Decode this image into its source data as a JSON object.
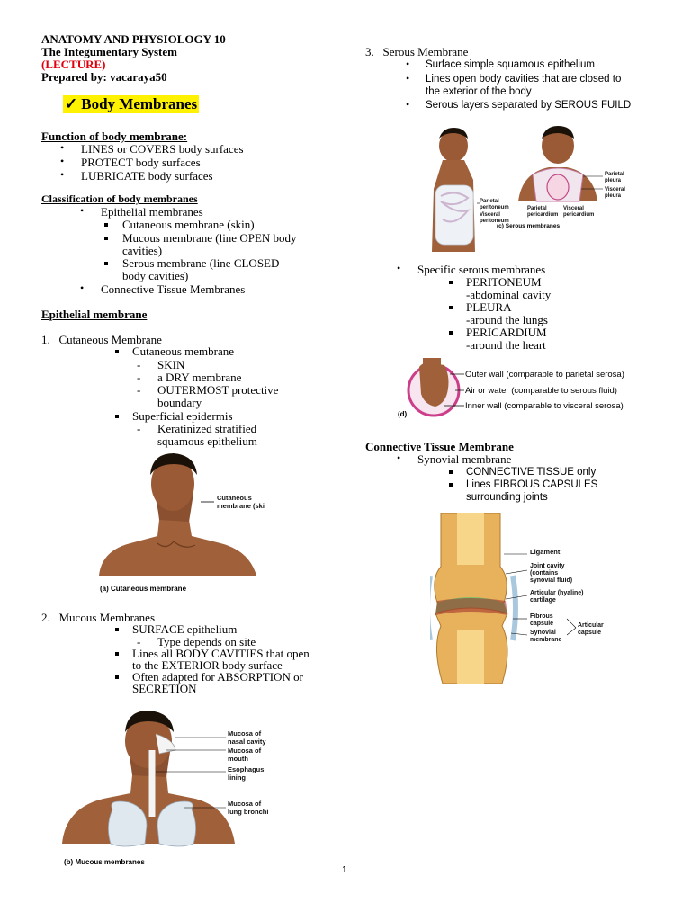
{
  "header": {
    "course": "ANATOMY AND PHYSIOLOGY 10",
    "topic": "The Integumentary System",
    "type": "(LECTURE)",
    "author": "Prepared by: vacaraya50"
  },
  "section_title": {
    "check": "✓",
    "text": "Body Membranes"
  },
  "function": {
    "heading": "Function of body membrane:",
    "items": [
      "LINES or COVERS body surfaces",
      "PROTECT body surfaces",
      "LUBRICATE body surfaces"
    ]
  },
  "classification": {
    "heading": "Classification of body membranes",
    "epithelial": "Epithelial membranes",
    "sub": [
      "Cutaneous membrane (skin)",
      "Mucous membrane (line OPEN body",
      "cavities)",
      "Serous membrane (line CLOSED",
      "body cavities)"
    ],
    "connective": "Connective Tissue Membranes"
  },
  "epithelial": {
    "heading": "Epithelial membrane",
    "cutaneous_title": "1.   Cutaneous Membrane",
    "cutaneous_item": "Cutaneous membrane",
    "cutaneous_dashes": [
      "SKIN",
      "a DRY membrane",
      "OUTERMOST protective",
      "boundary"
    ],
    "superficial": "Superficial epidermis",
    "superficial_dashes": [
      "Keratinized stratified",
      "squamous epithelium"
    ]
  },
  "fig_a": {
    "label": "Cutaneous\nmembrane (ski",
    "caption": "(a) Cutaneous membrane"
  },
  "mucous": {
    "title": "2.   Mucous Membranes",
    "item1": "SURFACE epithelium",
    "item1_dash": "Type depends on site",
    "item2_lines": [
      "Lines all BODY CAVITIES that open",
      "to the EXTERIOR body surface"
    ],
    "item3_lines": [
      "Often adapted for ABSORPTION or",
      "SECRETION"
    ]
  },
  "fig_b": {
    "labels": [
      "Mucosa of",
      "nasal cavity",
      "Mucosa of",
      "mouth",
      "Esophagus",
      "lining",
      "Mucosa of",
      "lung bronchi"
    ],
    "caption": "(b) Mucous membranes"
  },
  "serous": {
    "title": "3.   Serous Membrane",
    "items": [
      "Surface simple squamous epithelium",
      "Lines open body cavities that are closed to",
      "the exterior of the body",
      "Serous layers separated by SEROUS FUILD"
    ]
  },
  "fig_c": {
    "labels": [
      "Parietal",
      "peritoneum",
      "Visceral",
      "peritoneum",
      "Parietal",
      "pericardium",
      "Visceral",
      "pericardium",
      "Parietal",
      "pleura",
      "Visceral",
      "pleura"
    ],
    "caption": "(c) Serous membranes"
  },
  "specific": {
    "heading": "Specific serous membranes",
    "items": [
      "PERITONEUM",
      "-abdominal cavity",
      "PLEURA",
      "-around the lungs",
      "PERICARDIUM",
      "-around the heart"
    ]
  },
  "fig_d": {
    "label": "(d)",
    "lines": [
      "Outer wall (comparable to parietal serosa)",
      "Air or water (comparable to serous fluid)",
      "Inner wall (comparable to visceral serosa)"
    ]
  },
  "connective": {
    "heading": "Connective Tissue Membrane",
    "synovial": "Synovial membrane",
    "items": [
      "CONNECTIVE TISSUE only",
      "Lines FIBROUS CAPSULES",
      "surrounding joints"
    ]
  },
  "fig_joint": {
    "labels": [
      "Ligament",
      "Joint cavity",
      "(contains",
      "synovial fluid)",
      "Articular (hyaline)",
      "cartilage",
      "Fibrous",
      "capsule",
      "Synovial",
      "membrane",
      "Articular",
      "capsule"
    ]
  },
  "page_number": "1",
  "colors": {
    "accent_red": "#e0000c",
    "skin": "#a0603a",
    "fluid_pink": "#cc3d8a"
  }
}
